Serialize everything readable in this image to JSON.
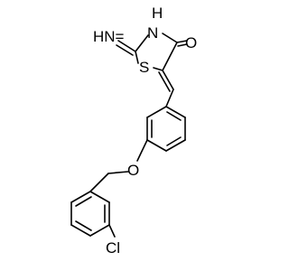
{
  "atoms": {
    "imine": "HN=",
    "nh": "H",
    "n": "N",
    "o_carbonyl": "O",
    "s": "S",
    "o_ether": "O",
    "cl": "Cl"
  },
  "colors": {
    "bond": "#000000",
    "label": "#000000",
    "background": "#ffffff"
  }
}
